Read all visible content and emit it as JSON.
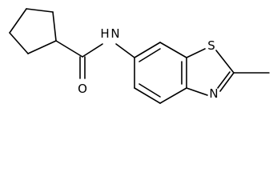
{
  "structure": {
    "atoms": {
      "amide_oxygen": "O",
      "amide_nitrogen_hydrogen": "H",
      "amide_nitrogen": "N",
      "thiazole_sulfur": "S",
      "thiazole_nitrogen": "N"
    },
    "colors": {
      "bond": "#000000",
      "label": "#000000",
      "background": "#ffffff"
    }
  }
}
